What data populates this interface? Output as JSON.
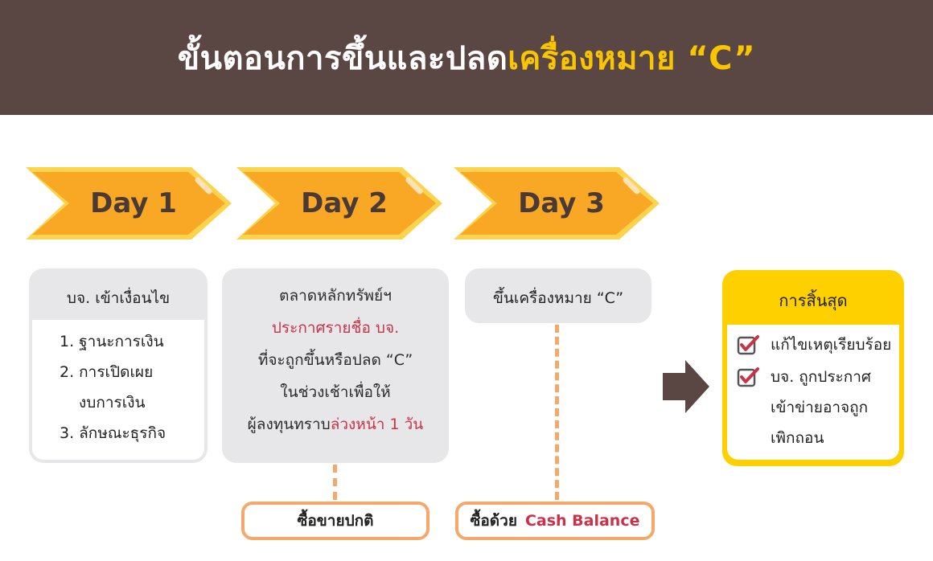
{
  "header": {
    "title_part1": "ขั้นตอนการขึ้นและปลด",
    "title_part2": "เครื่องหมาย “C”",
    "bg_color": "#5a4744",
    "highlight_color": "#f9c400"
  },
  "days": [
    {
      "label": "Day 1"
    },
    {
      "label": "Day 2"
    },
    {
      "label": "Day 3"
    }
  ],
  "card1": {
    "title": "บจ. เข้าเงื่อนไข",
    "items": [
      "1. ฐานะการเงิน",
      "2. การเปิดเผย",
      "งบการเงิน",
      "3. ลักษณะธุรกิจ"
    ]
  },
  "card2": {
    "line1": "ตลาดหลักทรัพย์ฯ",
    "line2": "ประกาศรายชื่อ บจ.",
    "line3": "ที่จะถูกขึ้นหรือปลด “C”",
    "line4": "ในช่วงเช้าเพื่อให้",
    "line5a": "ผู้ลงทุนทราบ",
    "line5b": "ล่วงหน้า 1 วัน"
  },
  "card3": {
    "title": "ขึ้นเครื่องหมาย “C”"
  },
  "pills": {
    "normal": "ซื้อขายปกติ",
    "cash_a": "ซื้อด้วย",
    "cash_b": "Cash Balance"
  },
  "final": {
    "title": "การสิ้นสุด",
    "item1": "แก้ไขเหตุเรียบร้อย",
    "item2a": "บจ. ถูกประกาศ",
    "item2b": "เข้าข่ายอาจถูก",
    "item2c": "เพิกถอน"
  },
  "colors": {
    "chevron": "#f9a825",
    "chevron_edge": "#fcd34d",
    "accent_red": "#c8334a",
    "dash": "#f4a86a",
    "final": "#ffd000",
    "arrow": "#5a4744"
  }
}
